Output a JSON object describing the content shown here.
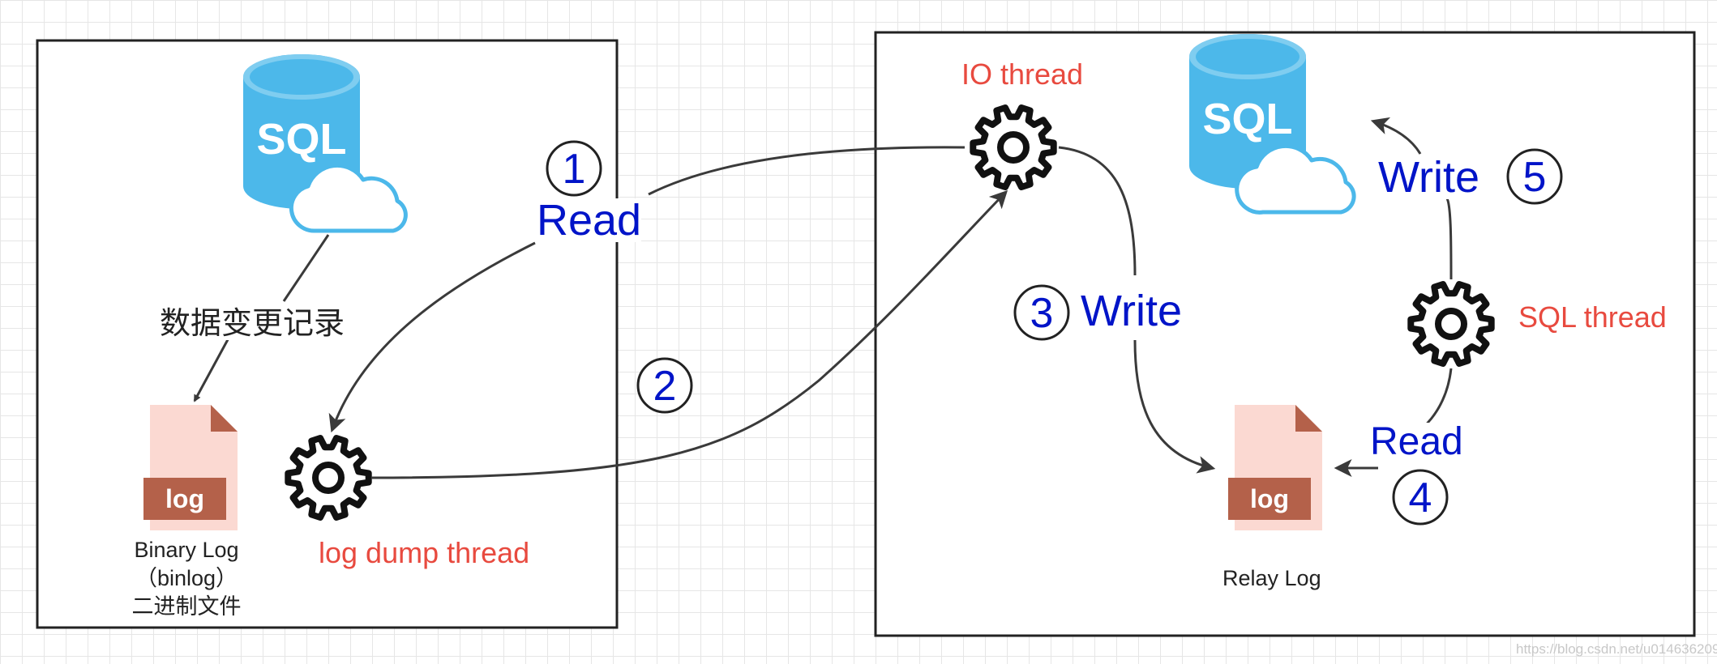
{
  "master": {
    "db_icon_text": "SQL",
    "change_record_label": "数据变更记录",
    "binlog_file_text": "log",
    "binlog_caption": [
      "Binary Log",
      "（binlog）",
      "二进制文件"
    ],
    "dump_thread_label": "log dump thread"
  },
  "slave": {
    "db_icon_text": "SQL",
    "io_thread_label": "IO thread",
    "sql_thread_label": "SQL thread",
    "relay_file_text": "log",
    "relay_caption": "Relay Log"
  },
  "steps": [
    {
      "number": "1",
      "action": "Read"
    },
    {
      "number": "2",
      "action": ""
    },
    {
      "number": "3",
      "action": "Write"
    },
    {
      "number": "4",
      "action": "Read"
    },
    {
      "number": "5",
      "action": "Write"
    }
  ],
  "watermark": "https://blog.csdn.net/u014636209",
  "colors": {
    "db_blue": "#4cb8ea",
    "label_red": "#e84a3f",
    "step_blue": "#0014c8",
    "file_pink": "#fbd9d2",
    "file_brown": "#b4614a"
  },
  "icons": [
    "database-icon",
    "cloud-icon",
    "gear-icon",
    "log-file-icon"
  ]
}
